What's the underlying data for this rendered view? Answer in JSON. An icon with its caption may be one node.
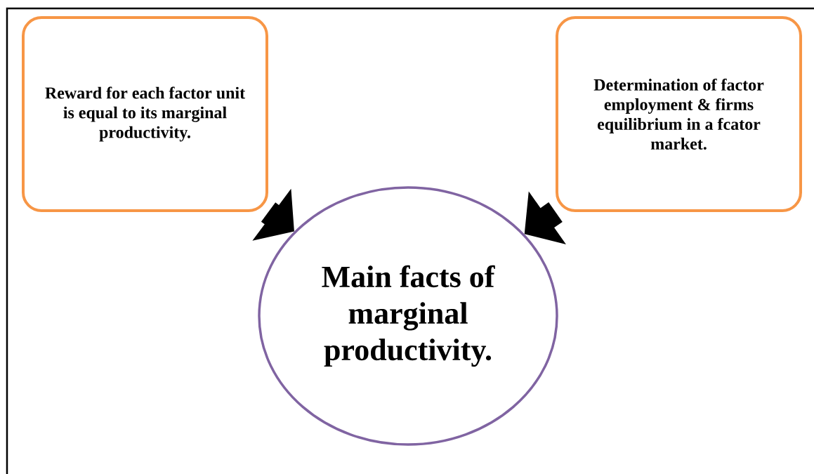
{
  "diagram": {
    "nodes": [
      {
        "text": [
          "Reward for each factor unit is equal to its marginal productivity."
        ]
      },
      {
        "text": [
          "Determination of factor employment & firms equilibrium in a fcator market."
        ]
      },
      {
        "text": [
          "Main facts of marginal productivity."
        ]
      }
    ],
    "edges": [
      {
        "from": 0,
        "to": 2,
        "arrow": "to"
      },
      {
        "from": 1,
        "to": 2,
        "arrow": "to"
      }
    ]
  }
}
